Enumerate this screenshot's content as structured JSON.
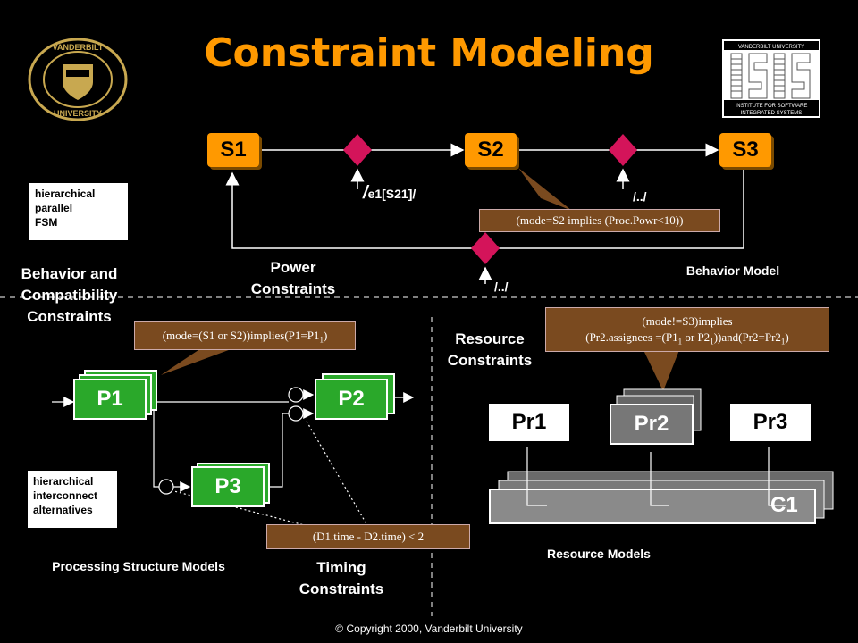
{
  "title": "Constraint Modeling",
  "logos": {
    "vanderbilt_seal": "VANDERBILT UNIVERSITY",
    "isis": {
      "top": "VANDERBILT UNIVERSITY",
      "bottom": "INSTITUTE FOR SOFTWARE INTEGRATED SYSTEMS"
    }
  },
  "fsm": {
    "states": [
      "S1",
      "S2",
      "S3"
    ],
    "transition_labels": {
      "t1_prefix": "/",
      "t1_body": "e1[S21]/",
      "t2": "/../",
      "back": "/../"
    },
    "note_lines": [
      "hierarchical",
      "parallel",
      "FSM"
    ],
    "power_constraints_label": "Power Constraints",
    "behavior_model_label": "Behavior Model",
    "power_callout": "(mode=S2 implies (Proc.Powr<10))"
  },
  "section_label_behavior": "Behavior and Compatibility Constraints",
  "processing": {
    "processors": [
      "P1",
      "P2",
      "P3"
    ],
    "callout": "(mode=(S1 or S2))implies(P1=P1",
    "callout_sub": "1",
    "callout_end": ")",
    "note_lines": [
      "hierarchical",
      "interconnect",
      "alternatives"
    ],
    "models_label": "Processing Structure Models",
    "timing_label": "Timing Constraints",
    "timing_callout": "(D1.time - D2.time)  < 2"
  },
  "resource": {
    "resource_constraints_label": "Resource Constraints",
    "callout_line1": "(mode!=S3)implies",
    "callout_line2a": "(Pr2.assignees =(P1",
    "callout_sub1": "1",
    "callout_line2b": " or P2",
    "callout_sub2": "1",
    "callout_line2c": "))and(Pr2=Pr2",
    "callout_sub3": "1",
    "callout_line2d": ")",
    "resources": [
      "Pr1",
      "Pr2",
      "Pr3"
    ],
    "container": "C1",
    "models_label": "Resource Models"
  },
  "copyright": "© Copyright 2000,  Vanderbilt University",
  "colors": {
    "accent": "#ff9900",
    "proc_green": "#2aa82a",
    "callout_brown": "#7a4a1f",
    "magenta": "#d4145a"
  }
}
